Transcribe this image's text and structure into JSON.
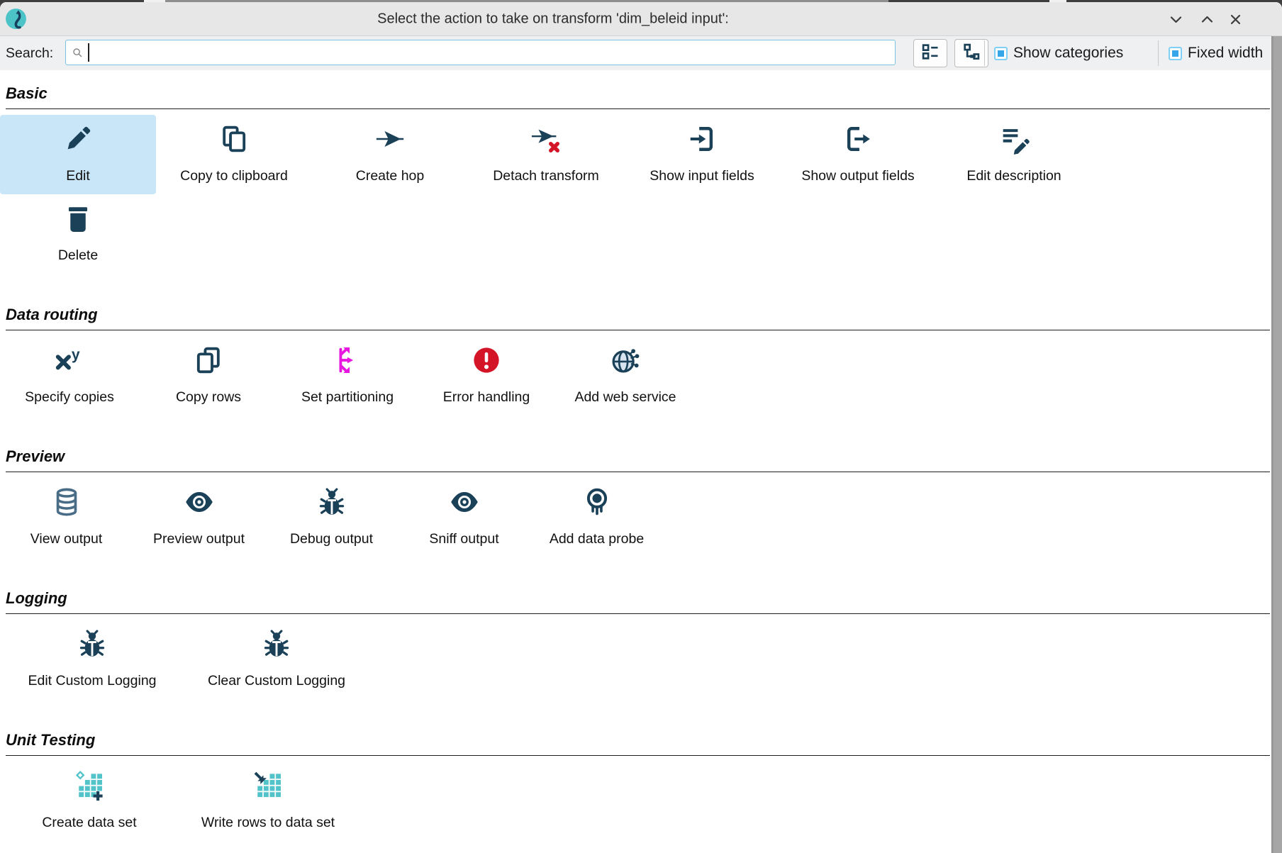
{
  "window": {
    "title": "Select the action to take on transform 'dim_beleid input':",
    "controls": {
      "shade": "chevron-down",
      "maximize": "chevron-up",
      "close": "close"
    }
  },
  "toolbar": {
    "search_label": "Search:",
    "search_value": "",
    "search_placeholder": "",
    "view_buttons": [
      {
        "name": "list-view"
      },
      {
        "name": "tree-view"
      }
    ],
    "checkboxes": [
      {
        "label": "Show categories",
        "checked": true
      },
      {
        "label": "Fixed width",
        "checked": true
      }
    ]
  },
  "sections": [
    {
      "title": "Basic",
      "items": [
        {
          "label": "Edit",
          "icon": "pencil",
          "selected": true
        },
        {
          "label": "Copy to clipboard",
          "icon": "copy"
        },
        {
          "label": "Create hop",
          "icon": "hop-arrow"
        },
        {
          "label": "Detach transform",
          "icon": "hop-arrow-x"
        },
        {
          "label": "Show input fields",
          "icon": "input-box"
        },
        {
          "label": "Show output fields",
          "icon": "output-box"
        },
        {
          "label": "Edit description",
          "icon": "edit-lines"
        },
        {
          "label": "Delete",
          "icon": "trash"
        }
      ]
    },
    {
      "title": "Data routing",
      "items": [
        {
          "label": "Specify copies",
          "icon": "x-power-y"
        },
        {
          "label": "Copy rows",
          "icon": "copy-rows"
        },
        {
          "label": "Set partitioning",
          "icon": "partition-arrows"
        },
        {
          "label": "Error handling",
          "icon": "error-circle"
        },
        {
          "label": "Add web service",
          "icon": "web-globe"
        }
      ]
    },
    {
      "title": "Preview",
      "items": [
        {
          "label": "View output",
          "icon": "database"
        },
        {
          "label": "Preview output",
          "icon": "eye"
        },
        {
          "label": "Debug output",
          "icon": "bug"
        },
        {
          "label": "Sniff output",
          "icon": "eye"
        },
        {
          "label": "Add data probe",
          "icon": "probe"
        }
      ]
    },
    {
      "title": "Logging",
      "items": [
        {
          "label": "Edit Custom Logging",
          "icon": "bug"
        },
        {
          "label": "Clear Custom Logging",
          "icon": "bug"
        }
      ]
    },
    {
      "title": "Unit Testing",
      "items": [
        {
          "label": "Create data set",
          "icon": "dataset-add"
        },
        {
          "label": "Write rows to data set",
          "icon": "dataset-write"
        }
      ]
    }
  ],
  "colors": {
    "navy": "#1a4158",
    "slate": "#4a6d87",
    "teal": "#53c3ca",
    "magenta": "#e716e0",
    "red": "#d41527",
    "globe_fill": "#d7e4f0",
    "selection": "#c9e5f8",
    "checkbox_blue": "#35a7e8",
    "checkbox_border": "#7fd0f4"
  }
}
